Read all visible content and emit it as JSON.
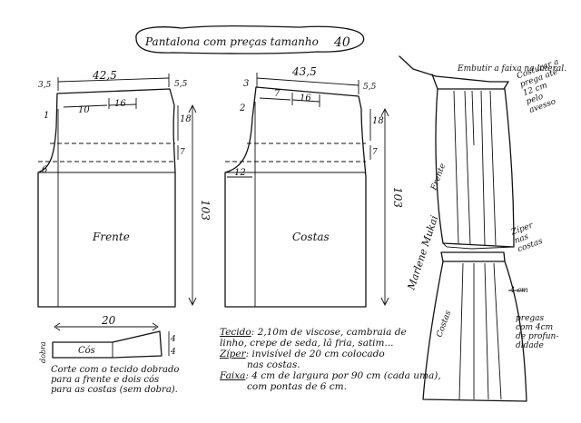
{
  "title": {
    "text": "Pantalona com preças tamanho",
    "size": "40"
  },
  "front": {
    "label": "Frente",
    "top_width": "42,5",
    "waist_left": "3,5",
    "waist_right": "5,5",
    "side_drop": "1",
    "pleat_a": "10",
    "pleat_b": "16",
    "hip": "18",
    "small": "7",
    "crotch": "6",
    "length": "103"
  },
  "back": {
    "label": "Costas",
    "top_width": "43,5",
    "waist_left": "3",
    "waist_right": "5,5",
    "side_drop": "2",
    "pleat_a": "7",
    "pleat_b": "16",
    "hip": "18",
    "small": "7",
    "crotch": "12",
    "length": "103"
  },
  "waistband": {
    "width": "20",
    "label": "Cós",
    "fold": "dobra",
    "h1": "4",
    "h2": "4",
    "instruction_1": "Corte com o tecido dobrado",
    "instruction_2": "para a frente e dois cós",
    "instruction_3": "para as costas (sem dobra)."
  },
  "materials": {
    "fabric_label": "Tecido",
    "fabric_1": ": 2,10m de viscose, cambraia de",
    "fabric_2": "linho, crepe de seda, lã fria, satim...",
    "zipper_label": "Zíper",
    "zipper_1": ": invisível de 20 cm colocado",
    "zipper_2": "nas costas.",
    "sash_label": "Faixa",
    "sash_1": ": 4 cm de largura por 90 cm (cada uma),",
    "sash_2": "com pontas de 6 cm."
  },
  "illustration": {
    "sash_note": "Embutir a faixa na lateral.",
    "pleat_note_1": "Costurar a",
    "pleat_note_2": "prega até",
    "pleat_note_3": "12 cm",
    "pleat_note_4": "pelo",
    "pleat_note_5": "avesso",
    "front_label": "Frente",
    "back_label": "Costas",
    "zip_note_1": "Zíper",
    "zip_note_2": "nas",
    "zip_note_3": "costas",
    "back_pleat_1": "pregas",
    "back_pleat_2": "com 4cm",
    "back_pleat_3": "de profun-",
    "back_pleat_4": "didade",
    "measure": "4 cm",
    "signature": "Marlene Mukai"
  }
}
